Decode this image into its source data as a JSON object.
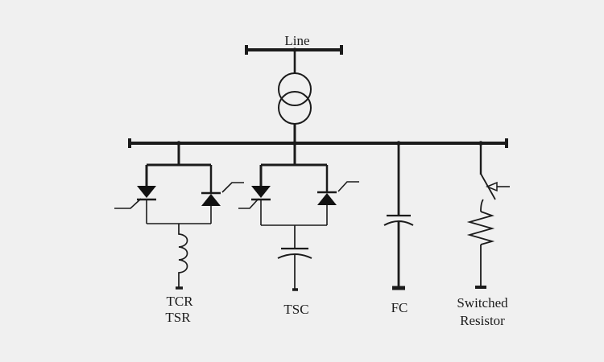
{
  "diagram": {
    "line_label": "Line",
    "branches": [
      {
        "id": "tcr-tsr",
        "label": [
          "TCR",
          "TSR"
        ]
      },
      {
        "id": "tsc",
        "label": [
          "TSC"
        ]
      },
      {
        "id": "fc",
        "label": [
          "FC"
        ]
      },
      {
        "id": "switched-resistor",
        "label": [
          "Switched",
          "Resistor"
        ]
      }
    ],
    "colors": {
      "background": "#f0f0f0",
      "stroke": "#1b1b1b"
    }
  }
}
